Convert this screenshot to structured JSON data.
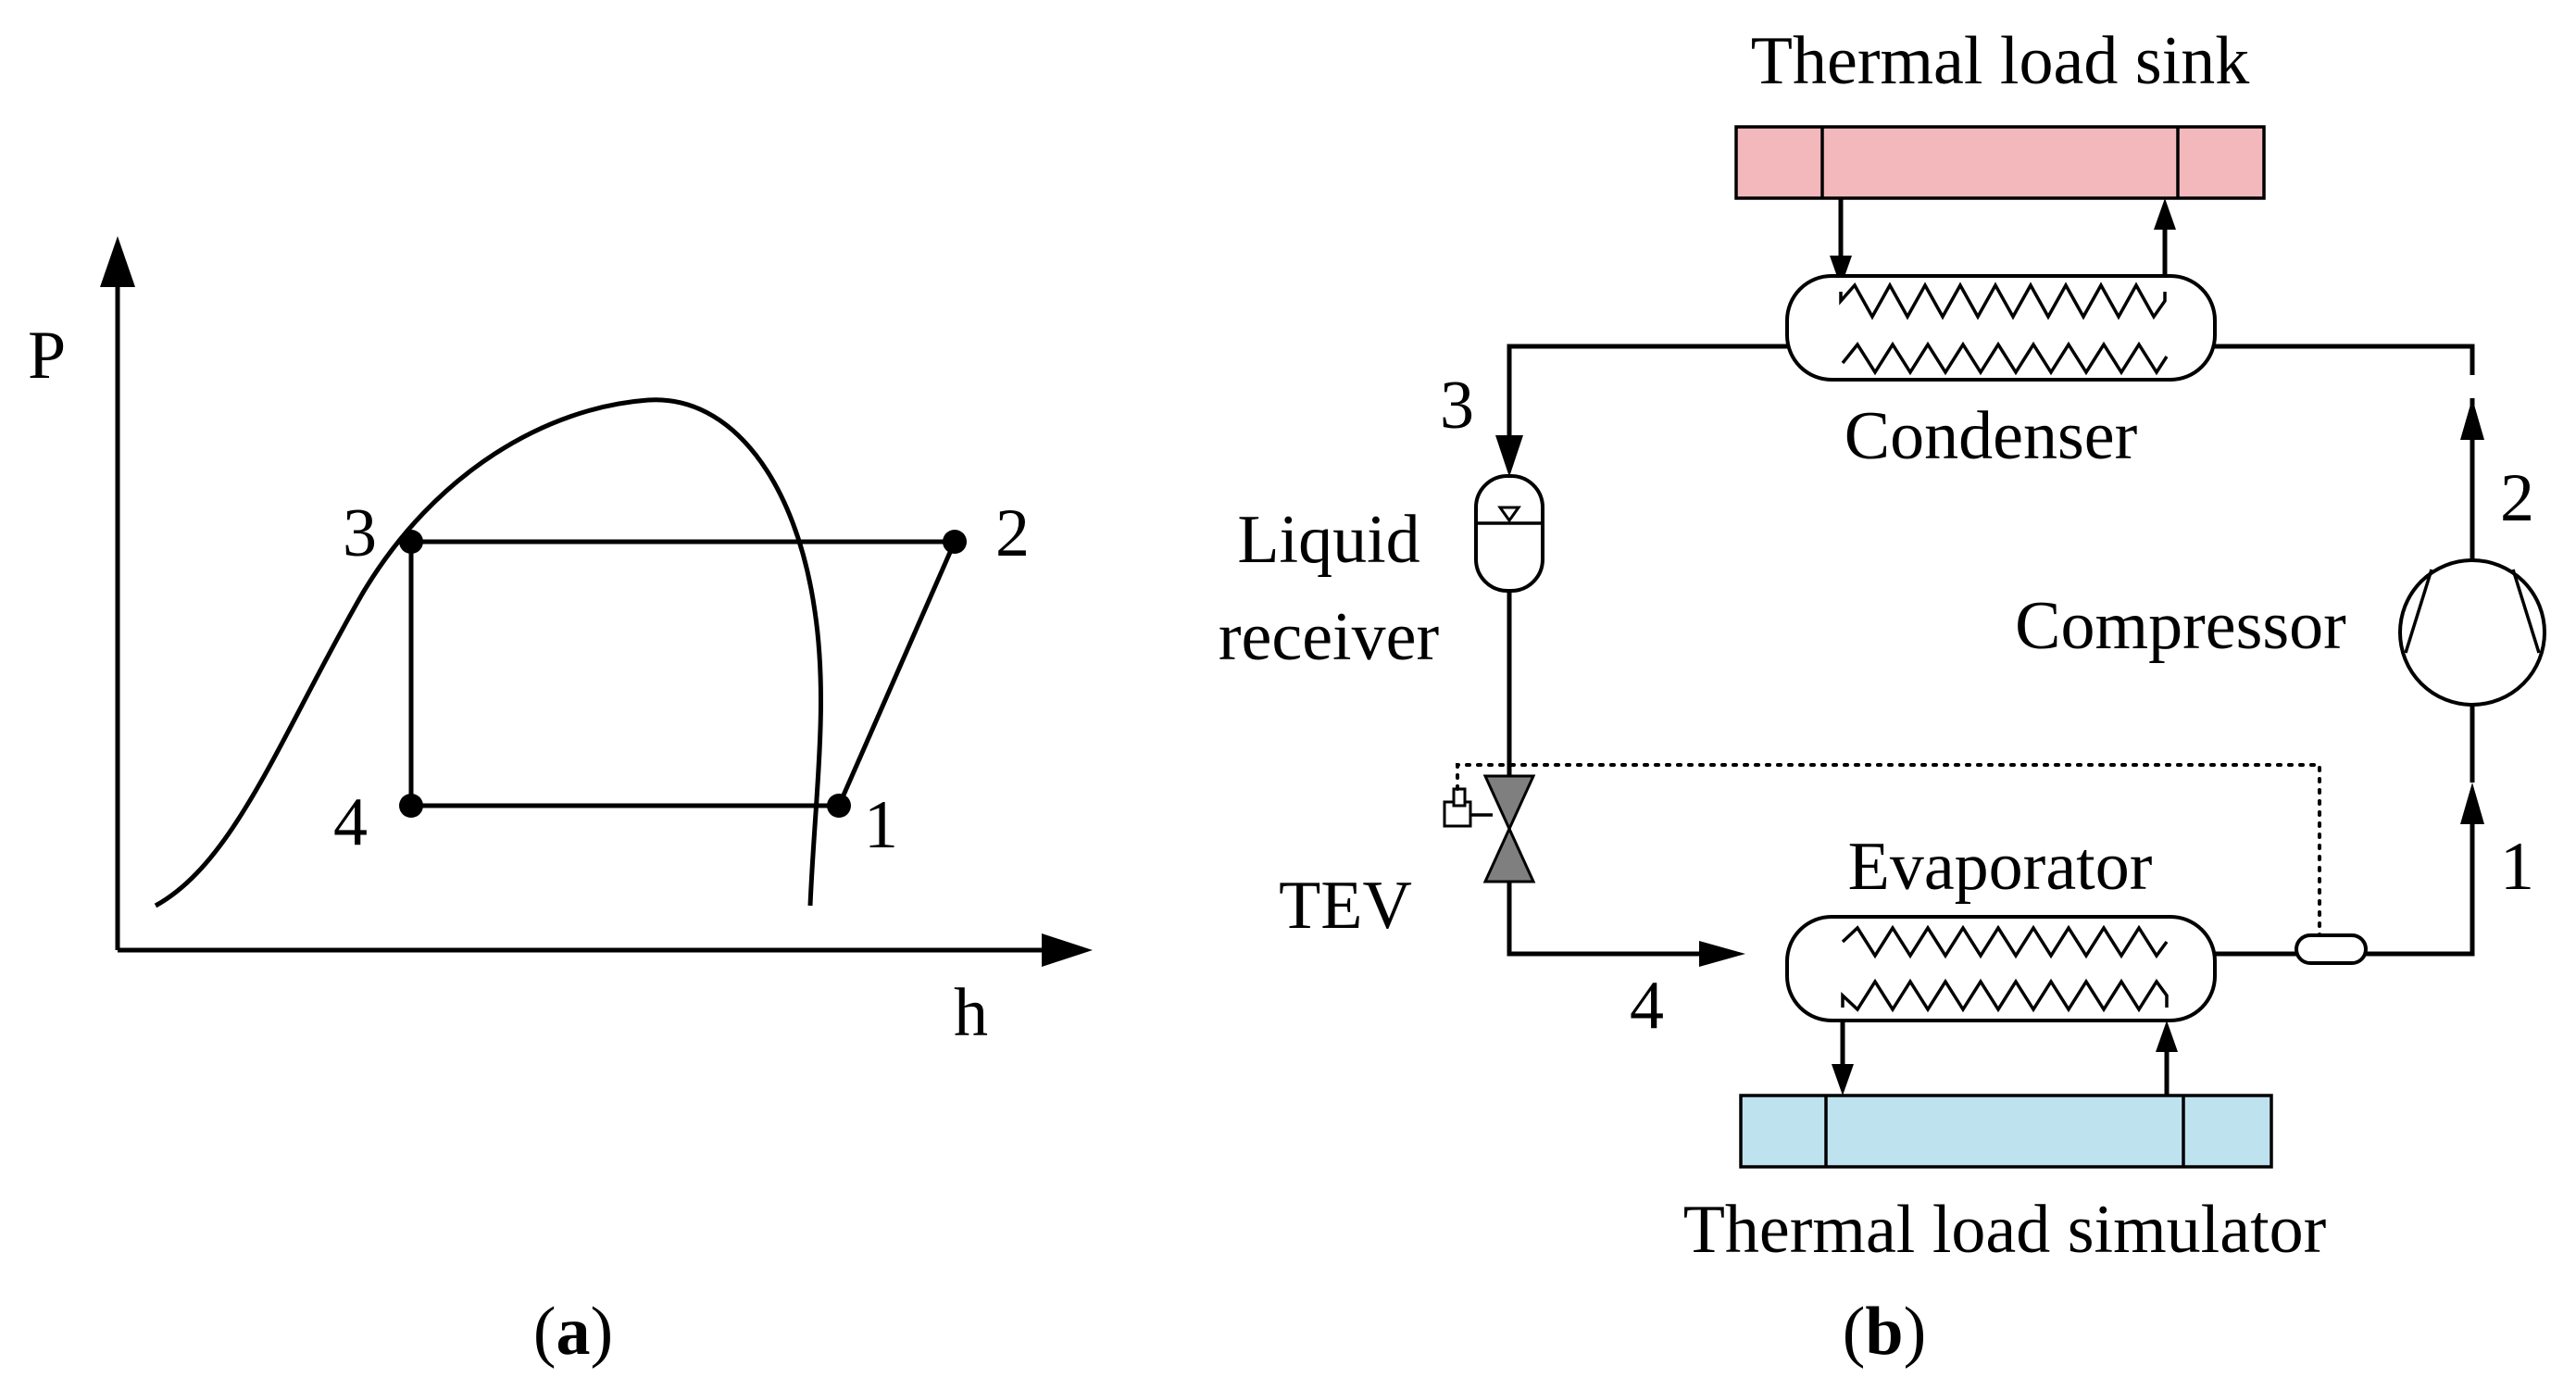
{
  "panel_a": {
    "caption_open": "(",
    "caption_letter": "a",
    "caption_close": ")",
    "y_axis_label": "P",
    "x_axis_label": "h",
    "points": {
      "p1": "1",
      "p2": "2",
      "p3": "3",
      "p4": "4"
    }
  },
  "panel_b": {
    "caption_open": "(",
    "caption_letter": "b",
    "caption_close": ")",
    "sink_label": "Thermal load sink",
    "condenser_label": "Condenser",
    "liquid_receiver_line1": "Liquid",
    "liquid_receiver_line2": "receiver",
    "compressor_label": "Compressor",
    "tev_label": "TEV",
    "evaporator_label": "Evaporator",
    "simulator_label": "Thermal load simulator",
    "states": {
      "s1": "1",
      "s2": "2",
      "s3": "3",
      "s4": "4"
    }
  },
  "colors": {
    "sink_fill": "#f2b8bc",
    "simulator_fill": "#bfe3ee",
    "valve_fill": "#7f7f7f",
    "line": "#000000"
  }
}
